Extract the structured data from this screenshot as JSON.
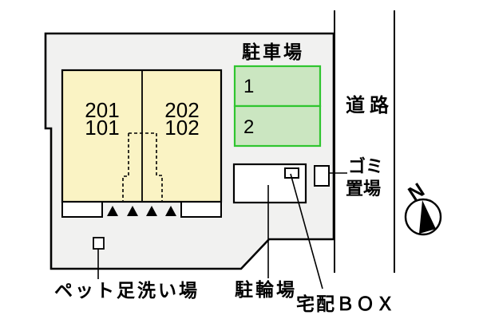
{
  "map_title": "site-layout-plan",
  "colors": {
    "site_fill": "#F1F1F0",
    "building_fill": "#FAF3C4",
    "parking_fill": "#CBE6C1",
    "parking_border": "#2FC52F",
    "outline": "#000000"
  },
  "building": {
    "units": [
      {
        "line1": "201",
        "line2": "101"
      },
      {
        "line1": "202",
        "line2": "102"
      }
    ]
  },
  "parking": {
    "label": "駐車場",
    "spaces": [
      "1",
      "2"
    ]
  },
  "labels": {
    "road": "道路",
    "garbage_line1": "ゴミ",
    "garbage_line2": "置場",
    "bicycle": "駐輪場",
    "delivery_box": "宅配ＢＯＸ",
    "pet_wash": "ペット足洗い場",
    "north": "N"
  }
}
